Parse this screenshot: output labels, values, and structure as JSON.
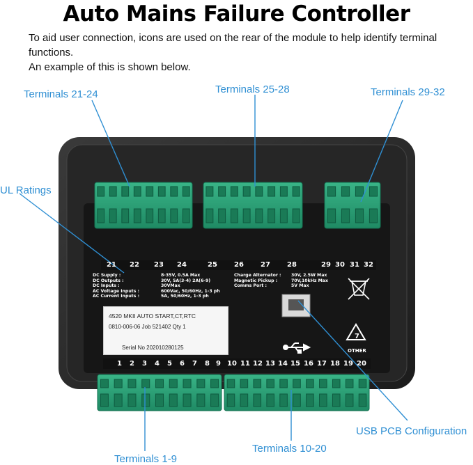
{
  "title": "Auto Mains Failure Controller",
  "intro": {
    "line1": "To aid user connection, icons are used on the rear of the module to help identify terminal functions.",
    "line2": "An example of this is shown below."
  },
  "callouts": {
    "t21_24": "Terminals 21-24",
    "t25_28": "Terminals 25-28",
    "t29_32": "Terminals 29-32",
    "ul": "UL Ratings",
    "usb": "USB PCB Configuration",
    "t10_20": "Terminals 10-20",
    "t1_9": "Terminals 1-9"
  },
  "top_terminals": [
    "21",
    "22",
    "23",
    "24",
    "25",
    "26",
    "27",
    "28",
    "29",
    "30",
    "31",
    "32"
  ],
  "bottom_terminals": [
    "1",
    "2",
    "3",
    "4",
    "5",
    "6",
    "7",
    "8",
    "9",
    "10",
    "11",
    "12",
    "13",
    "14",
    "15",
    "16",
    "17",
    "18",
    "19",
    "20"
  ],
  "specs_left": {
    "labels": [
      "DC Supply :",
      "DC Outputs :",
      "DC Inputs :",
      "AC Voltage Inputs :",
      "AC Current Inputs :"
    ],
    "values": [
      "8-35V,  0.5A Max",
      "30V, 5A(3-4) 2A(6-9)",
      "30VMax",
      "600Vac, 50/60Hz, 1-3 ph",
      "5A, 50/60Hz, 1-3 ph"
    ]
  },
  "specs_right": {
    "labels": [
      "Charge Alternator :",
      "Magnetic Pickup :",
      "Comms Port :"
    ],
    "values": [
      "30V, 2.5W Max",
      "70V,10kHz Max",
      "5V Max"
    ]
  },
  "sticker": {
    "model": "4520 MKII AUTO START,CT,RTC",
    "job": "0810-006-06 Job 521402 Qty 1",
    "serial": "Serial No  202010280125"
  },
  "recycle_label": "OTHER",
  "recycle_number": "7",
  "colors": {
    "callout": "#2f8fd3",
    "terminal": "#2fa27a",
    "housing": "#2b2b2b"
  }
}
